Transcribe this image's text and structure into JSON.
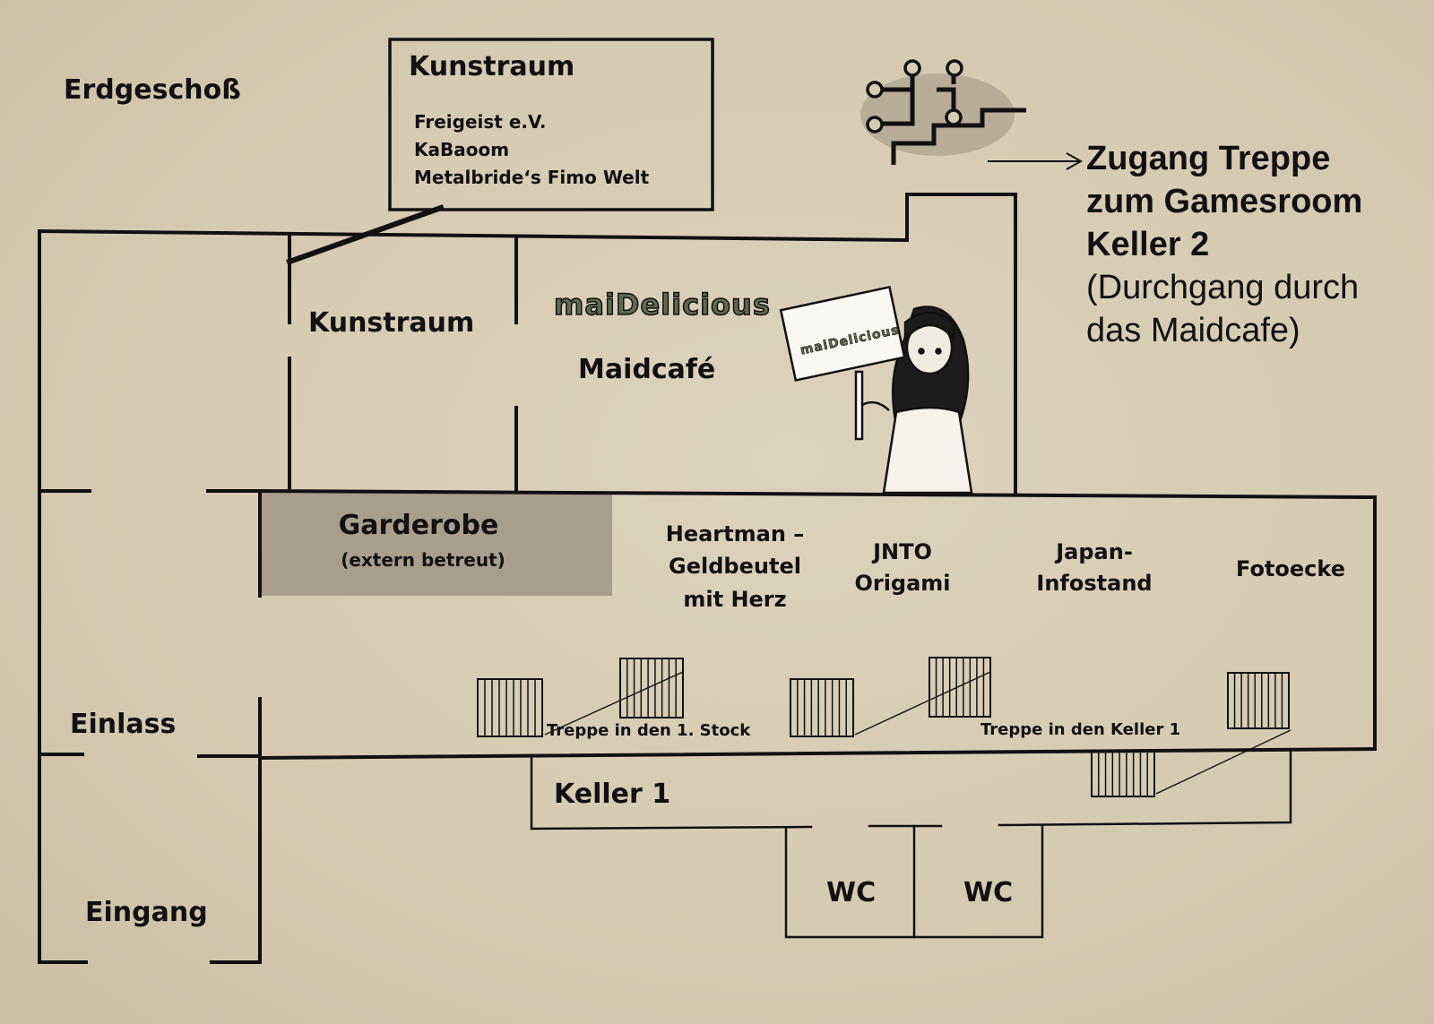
{
  "floor_label": "Erdgeschoß",
  "kunstraum_box": {
    "title": "Kunstraum",
    "exhibitors": [
      "Freigeist e.V.",
      "KaBaoom",
      "Metalbride‘s Fimo  Welt"
    ]
  },
  "rooms": {
    "kunstraum": "Kunstraum",
    "maidcafe_brand": "maiDelicious",
    "maidcafe": "Maidcafé",
    "maid_sign": "maiDelicious",
    "garderobe_title": "Garderobe",
    "garderobe_note": "(extern betreut)",
    "einlass": "Einlass",
    "eingang": "Eingang",
    "keller1": "Keller 1",
    "wc_left": "WC",
    "wc_right": "WC"
  },
  "stands": [
    {
      "lines": [
        "Heartman –",
        "Geldbeutel",
        "mit Herz"
      ]
    },
    {
      "lines": [
        "JNTO",
        "Origami"
      ]
    },
    {
      "lines": [
        "Japan-",
        "Infostand"
      ]
    },
    {
      "lines": [
        "Fotoecke"
      ]
    }
  ],
  "stairs": {
    "up_label": "Treppe in  den 1. Stock",
    "down_label": "Treppe in  den Keller 1"
  },
  "gamesroom_note": {
    "lines_bold": [
      "Zugang Treppe",
      "zum Gamesroom",
      "Keller 2"
    ],
    "lines_plain": [
      "(Durchgang durch",
      "das Maidcafe)"
    ]
  },
  "colors": {
    "paper": "#d8cbb4",
    "ink": "#111111",
    "garderobe_fill": "#a99d8b",
    "circuit_blob": "#b9ad99",
    "brand_fill": "#5e6b4e"
  },
  "icons": [
    "circuit-logo-icon",
    "arrow-right-icon",
    "maid-figure-icon",
    "stair-icon"
  ]
}
